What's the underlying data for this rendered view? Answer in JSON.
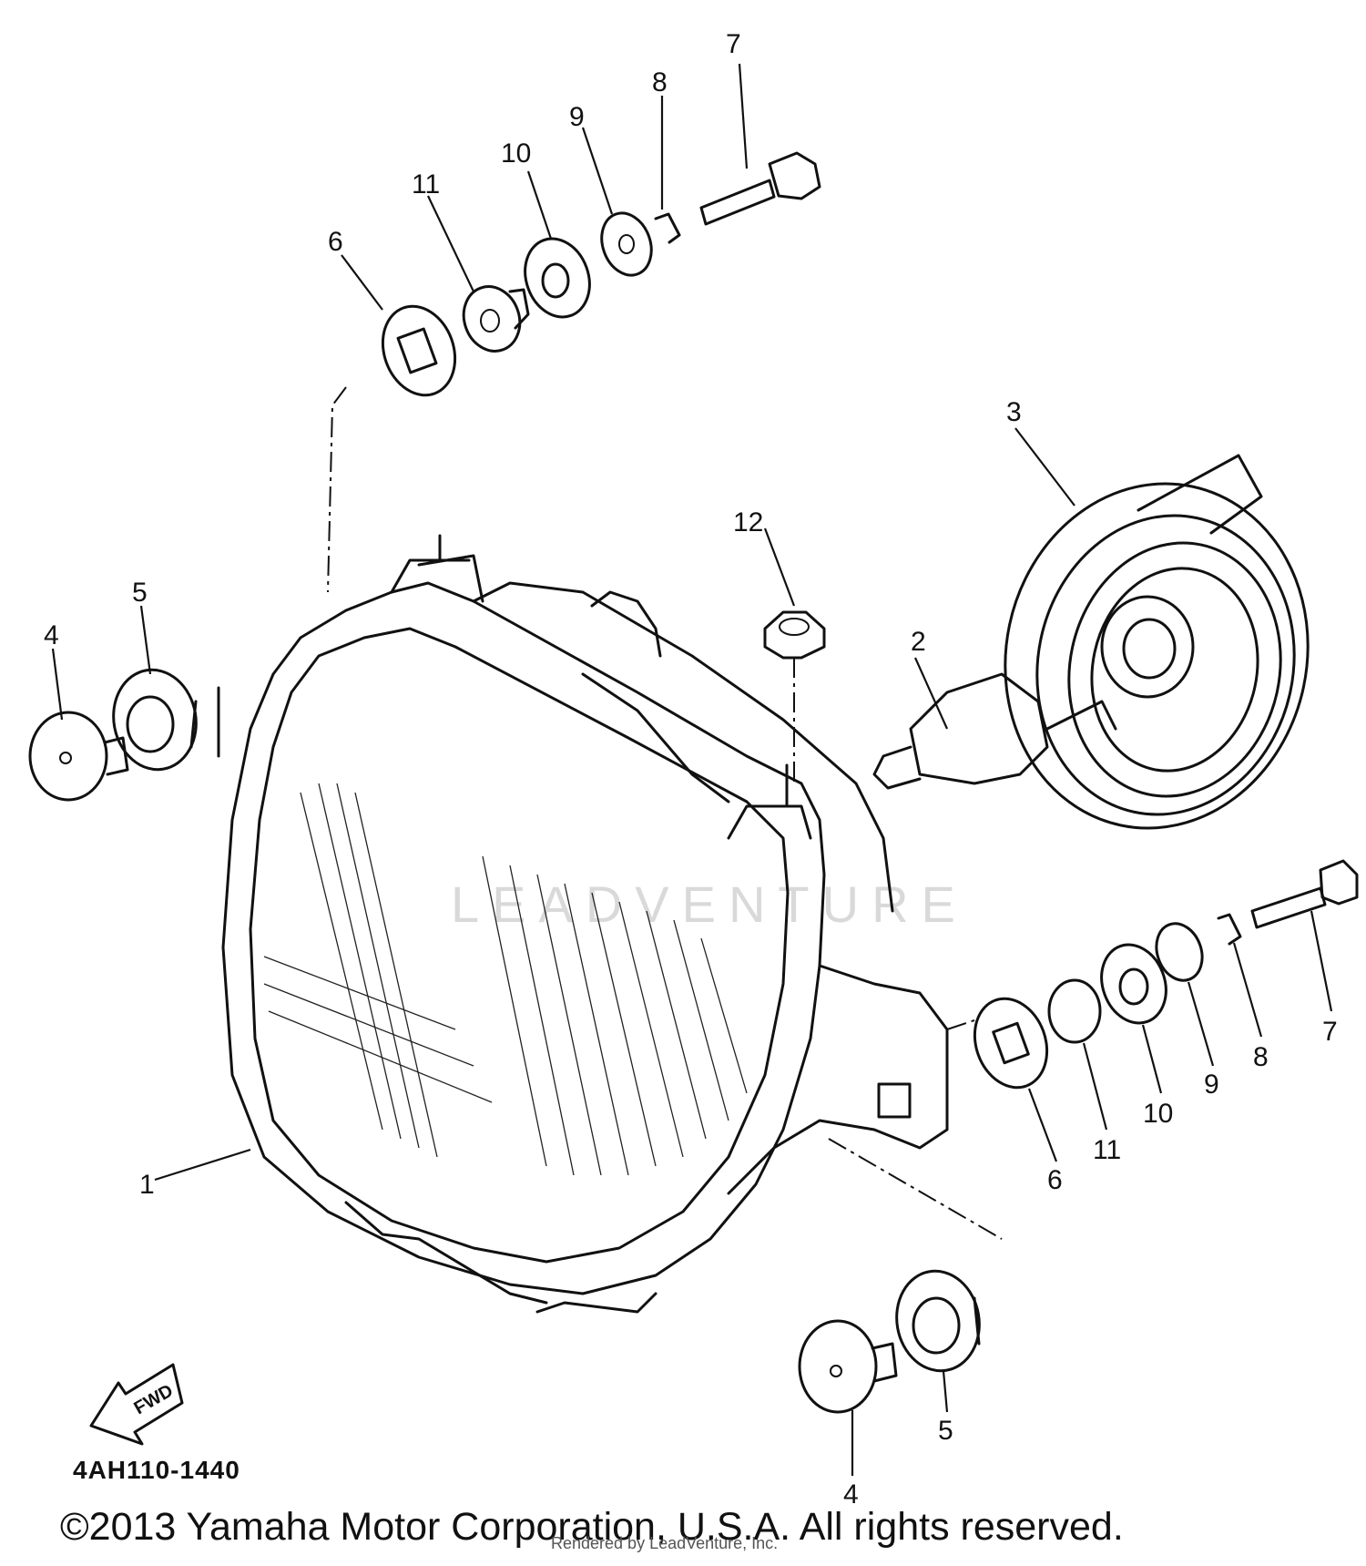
{
  "diagram": {
    "part_code": "4AH110-1440",
    "copyright": "©2013 Yamaha Motor Corporation, U.S.A. All rights reserved.",
    "rendered_by": "Rendered by LeadVenture, Inc.",
    "watermark": "LEADVENTURE",
    "fwd_label": "FWD",
    "callouts": {
      "c1": "1",
      "c2": "2",
      "c3": "3",
      "c4a": "4",
      "c5a": "5",
      "c4b": "4",
      "c5b": "5",
      "c6a": "6",
      "c11a": "11",
      "c10a": "10",
      "c9a": "9",
      "c8a": "8",
      "c7a": "7",
      "c12": "12",
      "c6b": "6",
      "c11b": "11",
      "c10b": "10",
      "c9b": "9",
      "c8b": "8",
      "c7b": "7"
    }
  }
}
